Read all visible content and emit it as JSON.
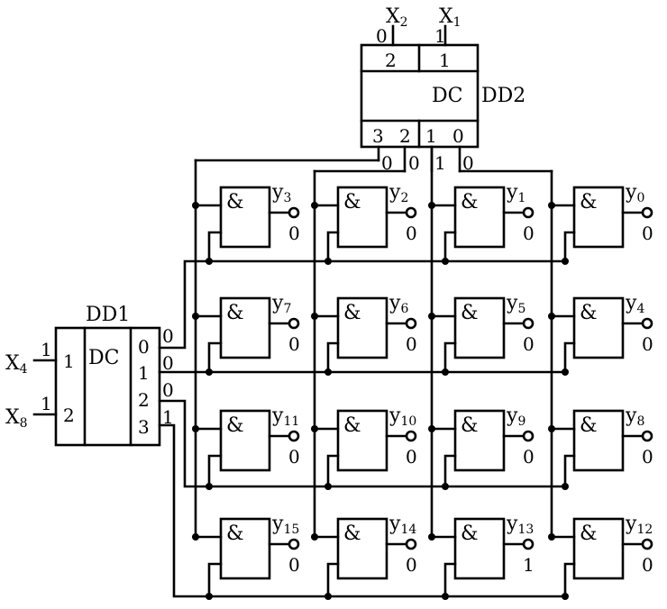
{
  "dd1": {
    "name": "DD1",
    "type": "DC",
    "inputs": [
      {
        "var": "X",
        "sub": "4",
        "weight": "1",
        "level": "1"
      },
      {
        "var": "X",
        "sub": "8",
        "weight": "2",
        "level": "1"
      }
    ],
    "outputs": [
      {
        "index": "0",
        "level": "0"
      },
      {
        "index": "1",
        "level": "0"
      },
      {
        "index": "2",
        "level": "0"
      },
      {
        "index": "3",
        "level": "1"
      }
    ]
  },
  "dd2": {
    "name": "DD2",
    "type": "DC",
    "inputs": [
      {
        "var": "X",
        "sub": "2",
        "weight": "2",
        "level": "0"
      },
      {
        "var": "X",
        "sub": "1",
        "weight": "1",
        "level": "1"
      }
    ],
    "outputs": [
      {
        "index": "3",
        "level": "0"
      },
      {
        "index": "2",
        "level": "0"
      },
      {
        "index": "1",
        "level": "1"
      },
      {
        "index": "0",
        "level": "0"
      }
    ]
  },
  "gate_symbol": "&",
  "gates": [
    {
      "var": "y",
      "sub": "3",
      "level": "0"
    },
    {
      "var": "y",
      "sub": "2",
      "level": "0"
    },
    {
      "var": "y",
      "sub": "1",
      "level": "0"
    },
    {
      "var": "y",
      "sub": "0",
      "level": "0"
    },
    {
      "var": "y",
      "sub": "7",
      "level": "0"
    },
    {
      "var": "y",
      "sub": "6",
      "level": "0"
    },
    {
      "var": "y",
      "sub": "5",
      "level": "0"
    },
    {
      "var": "y",
      "sub": "4",
      "level": "0"
    },
    {
      "var": "y",
      "sub": "11",
      "level": "0"
    },
    {
      "var": "y",
      "sub": "10",
      "level": "0"
    },
    {
      "var": "y",
      "sub": "9",
      "level": "0"
    },
    {
      "var": "y",
      "sub": "8",
      "level": "0"
    },
    {
      "var": "y",
      "sub": "15",
      "level": "0"
    },
    {
      "var": "y",
      "sub": "14",
      "level": "0"
    },
    {
      "var": "y",
      "sub": "13",
      "level": "1"
    },
    {
      "var": "y",
      "sub": "12",
      "level": "0"
    }
  ]
}
